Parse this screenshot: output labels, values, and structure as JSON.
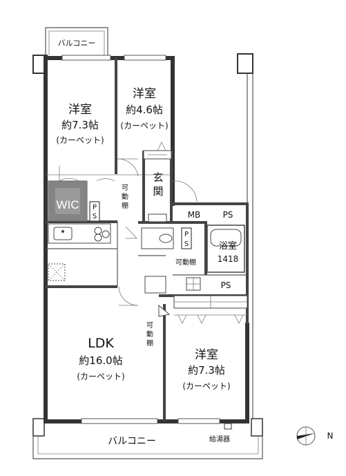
{
  "rooms": {
    "western_nw": {
      "name": "洋室",
      "size": "約7.3帖",
      "floor": "(カーペット)"
    },
    "western_n": {
      "name": "洋室",
      "size": "約4.6帖",
      "floor": "(カーペット)"
    },
    "ldk": {
      "name": "LDK",
      "size": "約16.0帖",
      "floor": "(カーペット)"
    },
    "western_se": {
      "name": "洋室",
      "size": "約7.3帖",
      "floor": "(カーペット)"
    },
    "entrance": {
      "c1": "玄",
      "c2": "関"
    },
    "wic": "WIC",
    "bath": {
      "name": "浴室",
      "size": "1418"
    }
  },
  "labels": {
    "balcony_top": "バルコニー",
    "balcony_bottom": "バルコニー",
    "mb": "MB",
    "ps_top": "PS",
    "ps_mid": "PS",
    "ps_small1_p": "P",
    "ps_small1_s": "S",
    "ps_small2_p": "P",
    "ps_small2_s": "S",
    "shelf_v1": [
      "可",
      "動",
      "棚"
    ],
    "shelf_h": "可動棚",
    "shelf_v2": [
      "可",
      "動",
      "棚"
    ],
    "water_heater": "給湯器",
    "compass_n": "N"
  },
  "colors": {
    "wall": "#333333",
    "wic_fill": "#777777",
    "line": "#555555"
  }
}
